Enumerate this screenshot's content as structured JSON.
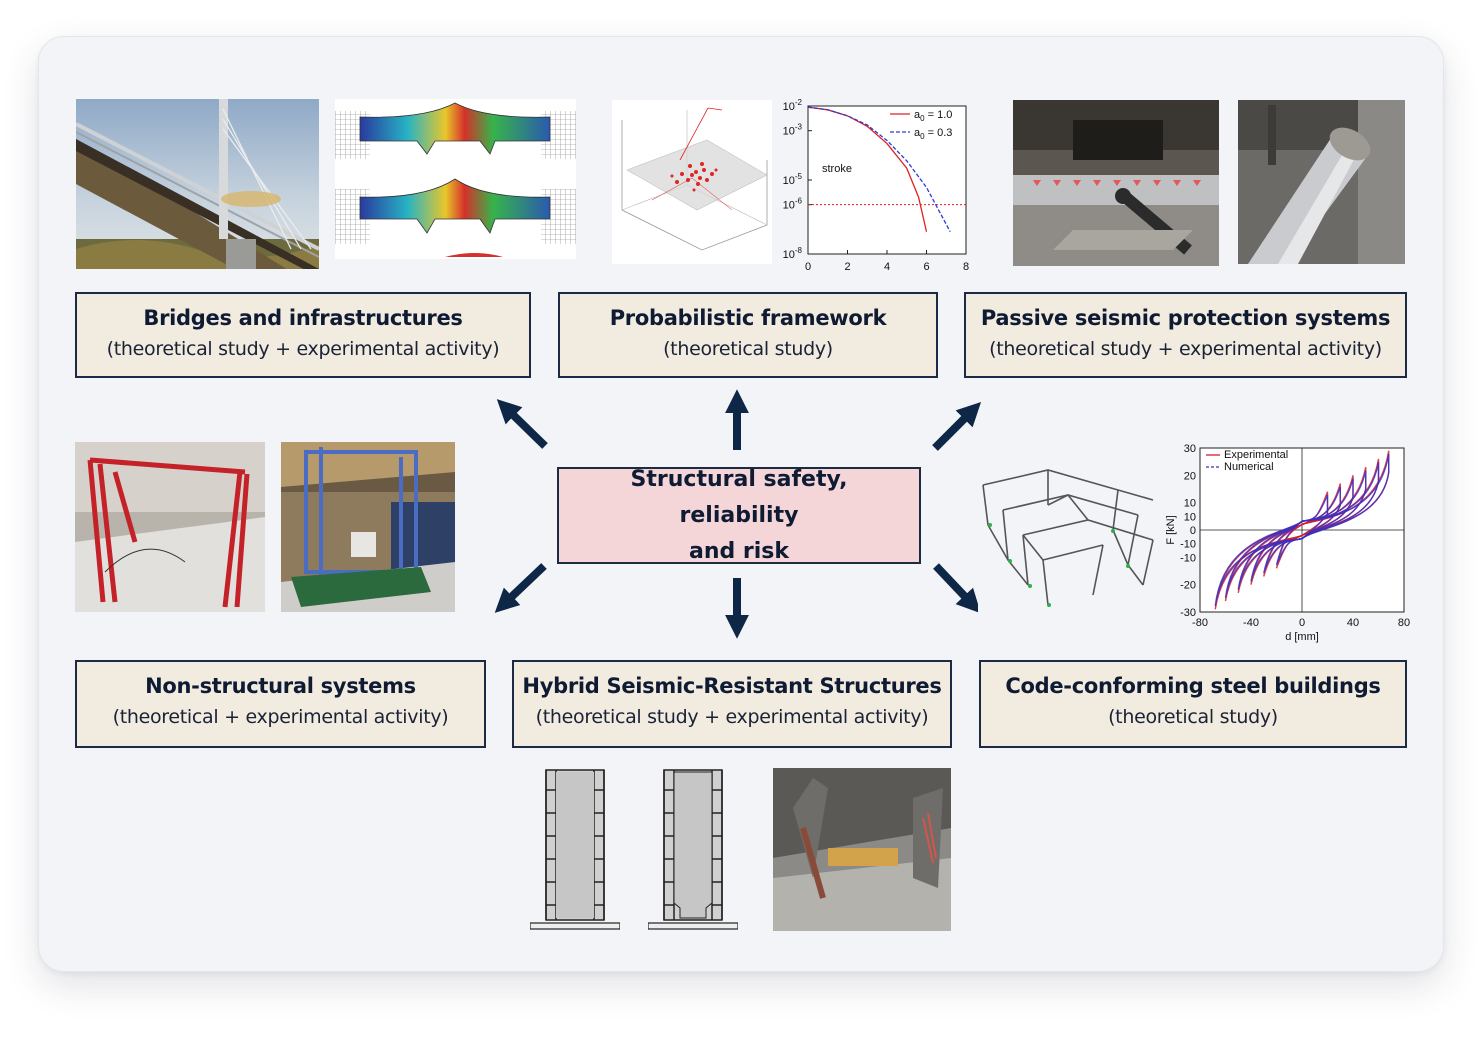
{
  "center": {
    "line1": "Structural safety, reliability",
    "line2": "and risk"
  },
  "boxes": {
    "bridges": {
      "title": "Bridges and infrastructures",
      "subtitle": "(theoretical study + experimental activity)"
    },
    "probabilistic": {
      "title": "Probabilistic framework",
      "subtitle": "(theoretical study)"
    },
    "passive": {
      "title": "Passive seismic protection systems",
      "subtitle": "(theoretical study + experimental activity)"
    },
    "nonstructural": {
      "title": "Non-structural systems",
      "subtitle": "(theoretical + experimental activity)"
    },
    "hybrid": {
      "title": "Hybrid Seismic-Resistant Structures",
      "subtitle": "(theoretical study + experimental activity)"
    },
    "steel": {
      "title": "Code-conforming steel buildings",
      "subtitle": "(theoretical study)"
    }
  },
  "colors": {
    "box_fill": "#f1ebe0",
    "center_fill": "#f4d6d8",
    "border": "#1d2a44",
    "arrow": "#0f2747"
  },
  "chart_data": [
    {
      "type": "line",
      "log_y": true,
      "x_ticks": [
        "0",
        "2",
        "4",
        "6",
        "8"
      ],
      "y_ticks": [
        "10",
        "10",
        "10",
        "10",
        "10"
      ],
      "y_tick_exponents": [
        "-2",
        "-3",
        "-5",
        "-6",
        "-8"
      ],
      "xlim": [
        0,
        8
      ],
      "annotation": "stroke",
      "legend": [
        {
          "name": "a",
          "sub": "0",
          "value": " = 1.0",
          "color": "#e02020"
        },
        {
          "name": "a",
          "sub": "0",
          "value": " = 0.3",
          "color": "#2a3cd8"
        }
      ],
      "series": [
        {
          "name": "a0 = 1.0",
          "color": "#e02020",
          "x": [
            0,
            1,
            2,
            3,
            4,
            5,
            5.6,
            6.0
          ],
          "y": [
            0.009,
            0.007,
            0.004,
            0.0015,
            0.0003,
            3e-05,
            2e-06,
            8e-08
          ]
        },
        {
          "name": "a0 = 0.3",
          "color": "#2a3cd8",
          "x": [
            0,
            1,
            2,
            3,
            4,
            5,
            6,
            7.2
          ],
          "y": [
            0.009,
            0.007,
            0.004,
            0.0017,
            0.0004,
            6e-05,
            5e-06,
            8e-08
          ]
        }
      ],
      "threshold": 1e-06
    },
    {
      "type": "line",
      "xlabel": "d [mm]",
      "ylabel": "F [kN]",
      "x_ticks": [
        "-80",
        "-40",
        "0",
        "40",
        "80"
      ],
      "y_ticks": [
        "30",
        "20",
        "10",
        "10",
        "0",
        "-10",
        "-10",
        "-20",
        "-30"
      ],
      "xlim": [
        -80,
        80
      ],
      "ylim": [
        -30,
        30
      ],
      "legend": [
        "Experimental",
        "Numerical"
      ],
      "series": [
        {
          "name": "Experimental",
          "color": "#d81c2c"
        },
        {
          "name": "Numerical",
          "color": "#3b2fbf"
        }
      ]
    }
  ],
  "images": {
    "bridge_photo": "bridge-photo",
    "fem_model": "fem-contour-model",
    "scatter3d": "3d-scatter-plot",
    "damper_photo1": "damper-test-rig-photo",
    "damper_photo2": "damper-cylinder-photo",
    "frame_red": "red-frame-specimen-photo",
    "frame_blue": "blue-frame-specimen-photo",
    "steel_frame": "steel-frame-3d-model",
    "wall1": "hybrid-wall-drawing",
    "wall2": "hybrid-wall-drawing",
    "hybrid_photo": "hybrid-specimen-photo"
  }
}
